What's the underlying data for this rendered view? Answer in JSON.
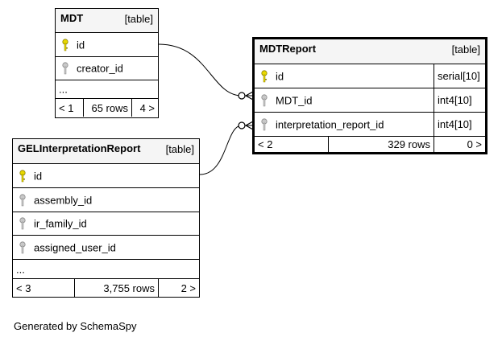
{
  "tables": {
    "mdt": {
      "name": "MDT",
      "kind": "[table]",
      "columns": [
        {
          "name": "id",
          "key_type": "primary"
        },
        {
          "name": "creator_id",
          "key_type": "column"
        }
      ],
      "more": "...",
      "footer": {
        "prev": "< 1",
        "rows": "65 rows",
        "next": "4 >"
      }
    },
    "mdtreport": {
      "name": "MDTReport",
      "kind": "[table]",
      "columns": [
        {
          "name": "id",
          "type": "serial[10]",
          "key_type": "primary"
        },
        {
          "name": "MDT_id",
          "type": "int4[10]",
          "key_type": "column"
        },
        {
          "name": "interpretation_report_id",
          "type": "int4[10]",
          "key_type": "column"
        }
      ],
      "footer": {
        "prev": "< 2",
        "rows": "329 rows",
        "next": "0 >"
      }
    },
    "gel": {
      "name": "GELInterpretationReport",
      "kind": "[table]",
      "columns": [
        {
          "name": "id",
          "key_type": "primary"
        },
        {
          "name": "assembly_id",
          "key_type": "column"
        },
        {
          "name": "ir_family_id",
          "key_type": "column"
        },
        {
          "name": "assigned_user_id",
          "key_type": "column"
        }
      ],
      "more": "...",
      "footer": {
        "prev": "< 3",
        "rows": "3,755 rows",
        "next": "2 >"
      }
    }
  },
  "colors": {
    "primary_key": "#e8d800",
    "column_key": "#b0b0b0",
    "header_bg": "#f5f5f5",
    "line": "#000000"
  },
  "footer_text": "Generated by SchemaSpy"
}
